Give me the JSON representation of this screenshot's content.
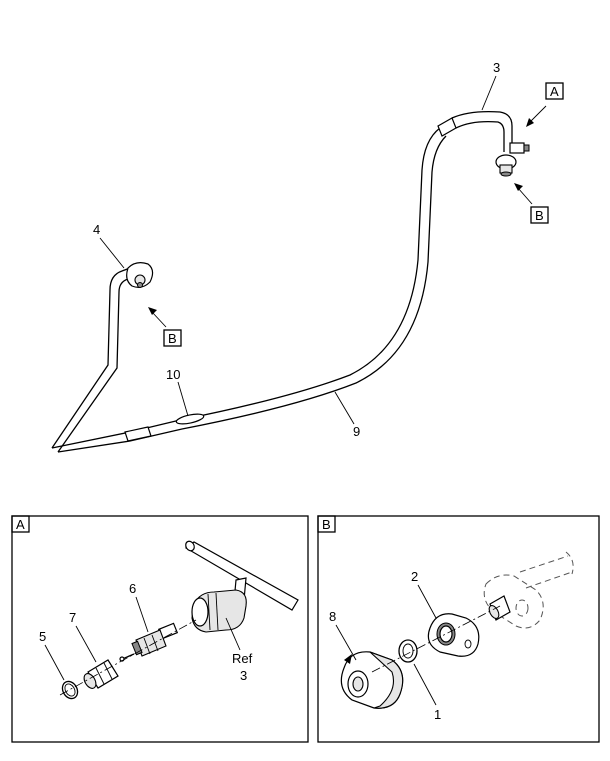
{
  "callouts": {
    "c3": "3",
    "c4": "4",
    "c9": "9",
    "c10": "10",
    "c1": "1",
    "c2": "2",
    "c5": "5",
    "c6": "6",
    "c7": "7",
    "c8": "8",
    "ref": "Ref",
    "ref_num": "3"
  },
  "view_refs": {
    "a_top": "A",
    "b_right": "B",
    "b_left": "B"
  },
  "detail_panels": {
    "a_title": "A",
    "b_title": "B"
  }
}
